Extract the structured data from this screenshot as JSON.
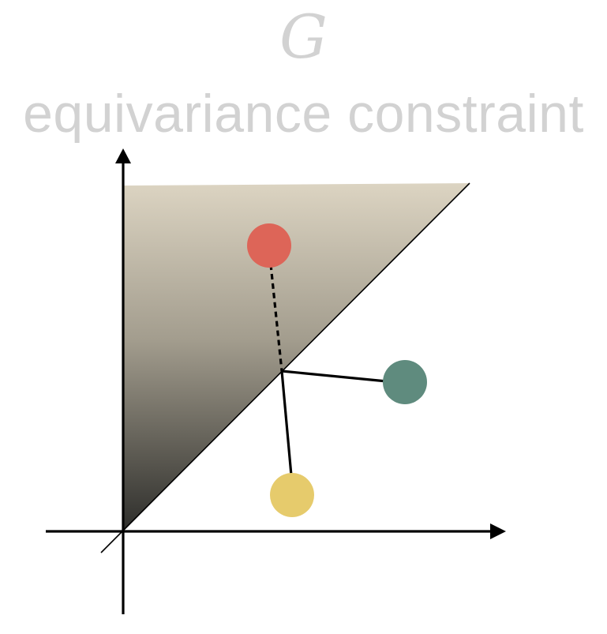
{
  "title": {
    "symbol": "G",
    "caption": "equivariance constraint"
  },
  "colors": {
    "title_text": "#d2d2d2",
    "region_top": "#dcd4c2",
    "region_bottom": "#2e2e2b",
    "point_red": "#dd6558",
    "point_teal": "#5f8b7e",
    "point_yellow": "#e6cb6c",
    "axis": "#000000"
  },
  "points": [
    {
      "name": "red-point",
      "color_key": "point_red"
    },
    {
      "name": "teal-point",
      "color_key": "point_teal"
    },
    {
      "name": "yellow-point",
      "color_key": "point_yellow"
    }
  ]
}
